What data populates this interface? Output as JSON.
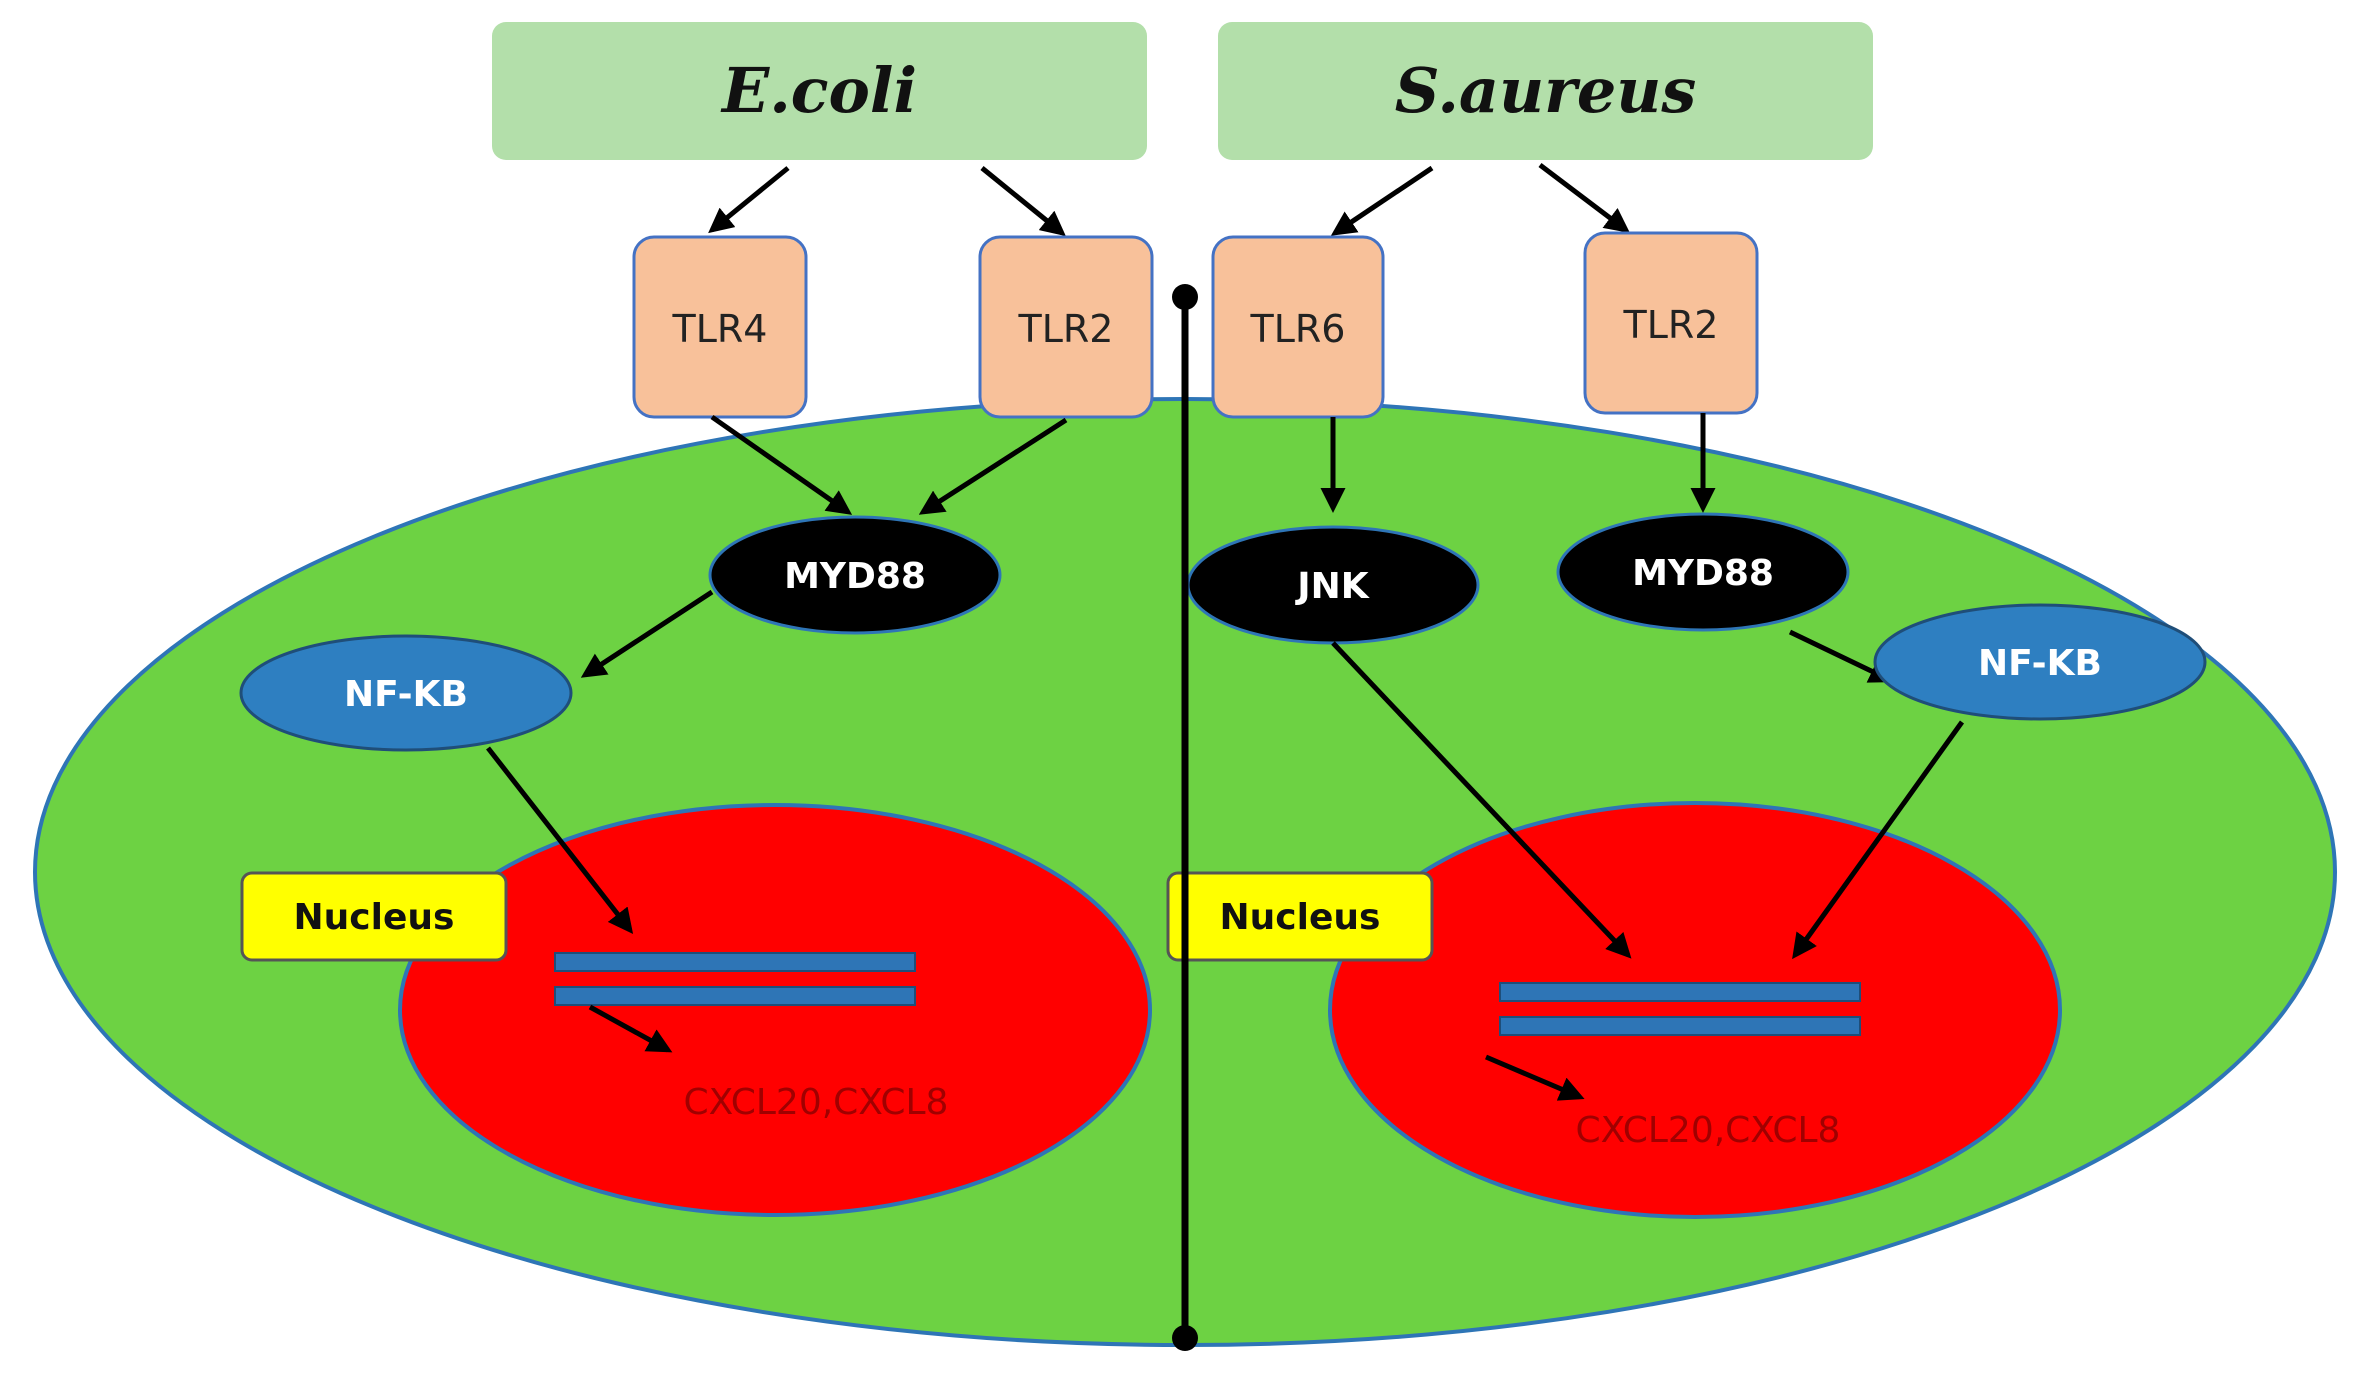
{
  "colors": {
    "cell": "#6dd243",
    "cell_outline": "#2e75b6",
    "pathogen_box": "#b3dfaa",
    "tlr_box": "#f8c19a",
    "tlr_outline": "#4472c4",
    "adaptor": "#000000",
    "nfkb": "#2e7fc1",
    "nucleus": "#ff0000",
    "nucleus_label": "#ffff00",
    "dna_strand": "#2e75b6",
    "divider": "#000000"
  },
  "left": {
    "pathogen": "E.coli",
    "receptors": [
      "TLR4",
      "TLR2"
    ],
    "adaptor": "MYD88",
    "transcription_factor": "NF-KB",
    "nucleus_label": "Nucleus",
    "genes": "CXCL20,CXCL8"
  },
  "right": {
    "pathogen": "S.aureus",
    "receptors": [
      "TLR6",
      "TLR2"
    ],
    "kinase": "JNK",
    "adaptor": "MYD88",
    "transcription_factor": "NF-KB",
    "nucleus_label": "Nucleus",
    "genes": "CXCL20,CXCL8"
  }
}
